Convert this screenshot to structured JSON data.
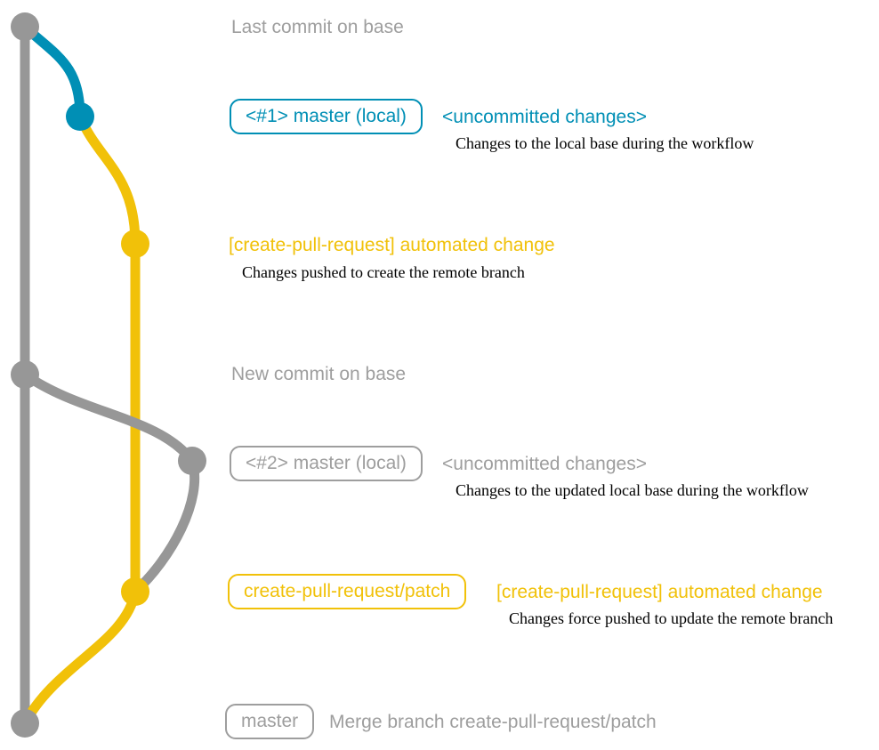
{
  "colors": {
    "graph_gray": "#979797",
    "teal": "#008fb5",
    "yellow": "#f1c109",
    "text_gray": "#9e9e9e",
    "description_black": "#000000"
  },
  "graph": {
    "base_branch_color": "#979797",
    "local_branch_color": "#008fb5",
    "remote_branch_color": "#f1c109",
    "commits": [
      {
        "id": "last-commit-on-base",
        "color": "#979797"
      },
      {
        "id": "local-master-1",
        "color": "#008fb5"
      },
      {
        "id": "remote-patch-1",
        "color": "#f1c109"
      },
      {
        "id": "new-commit-on-base",
        "color": "#979797"
      },
      {
        "id": "local-master-2",
        "color": "#979797"
      },
      {
        "id": "remote-patch-2",
        "color": "#f1c109"
      },
      {
        "id": "merge-commit",
        "color": "#979797"
      }
    ]
  },
  "rows": {
    "row1": {
      "label": "Last commit on base"
    },
    "row2": {
      "badge": "<#1> master (local)",
      "heading": "<uncommitted changes>",
      "description": "Changes to the local base during the workflow"
    },
    "row3": {
      "heading": "[create-pull-request] automated change",
      "description": "Changes pushed to create the remote branch"
    },
    "row4": {
      "label": "New commit on base"
    },
    "row5": {
      "badge": "<#2> master (local)",
      "heading": "<uncommitted changes>",
      "description": "Changes to the updated local base during the workflow"
    },
    "row6": {
      "badge": "create-pull-request/patch",
      "heading": "[create-pull-request] automated change",
      "description": "Changes force pushed to update the remote branch"
    },
    "row7": {
      "badge": "master",
      "label": "Merge branch create-pull-request/patch"
    }
  }
}
